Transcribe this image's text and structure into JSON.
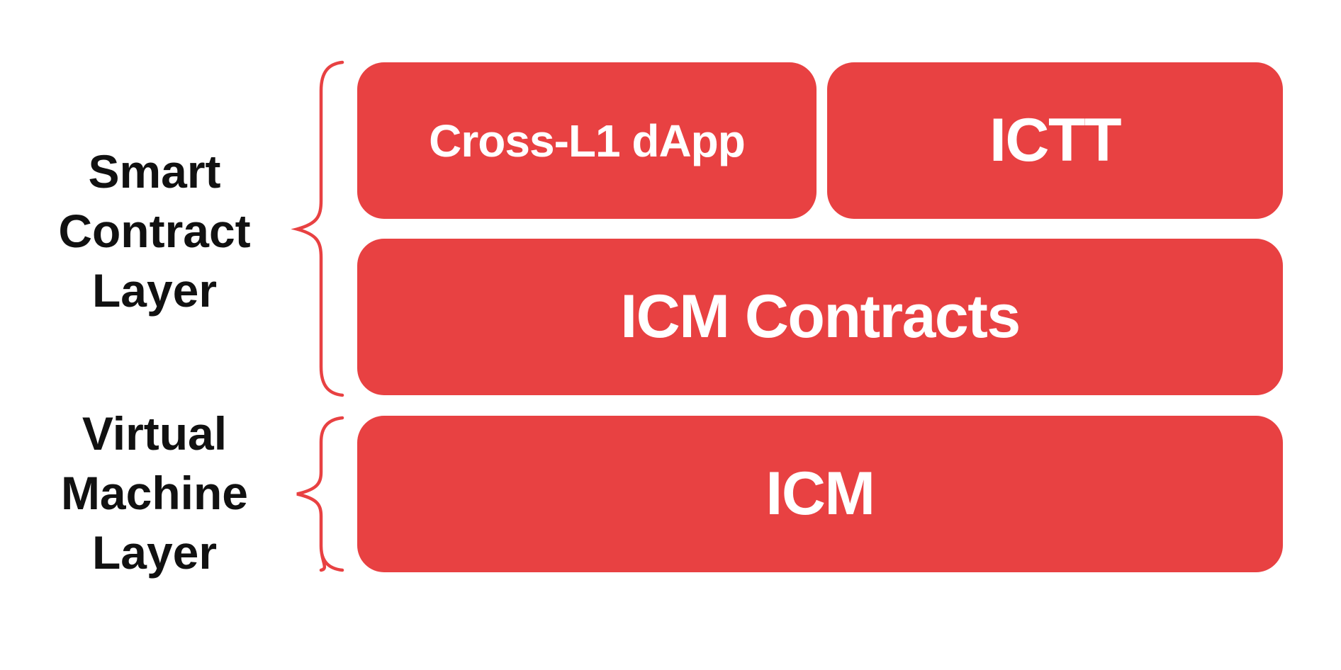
{
  "colors": {
    "background": "#ffffff",
    "accent_red": "#e84142",
    "label_black": "#111111",
    "box_text_white": "#ffffff"
  },
  "side_labels": {
    "smart_contract_layer": {
      "lines": [
        "Smart",
        "Contract",
        "Layer"
      ]
    },
    "virtual_machine_layer": {
      "lines": [
        "Virtual",
        "Machine",
        "Layer"
      ]
    }
  },
  "boxes": {
    "cross_l1_dapp": {
      "label": "Cross-L1 dApp"
    },
    "ictt": {
      "label": "ICTT"
    },
    "icm_contracts": {
      "label": "ICM Contracts"
    },
    "icm": {
      "label": "ICM"
    }
  }
}
